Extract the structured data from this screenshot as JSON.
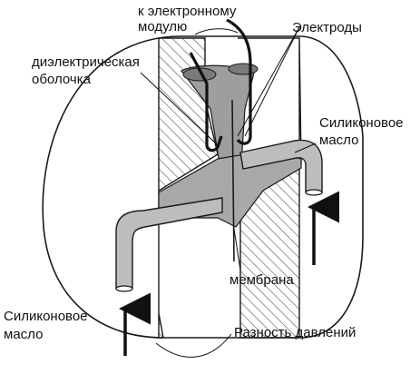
{
  "labels": {
    "to_module_line1": "к электронному",
    "to_module_line2": "модулю",
    "electrodes": "Электроды",
    "dielectric_line1": "диэлектрическая",
    "dielectric_line2": "оболочка",
    "silicone_right_line1": "Силиконовое",
    "silicone_right_line2": "масло",
    "membrane": "мембрана",
    "silicone_left_line1": "Силиконовое",
    "silicone_left_line2": "масло",
    "pressure_difference": "Разность давлений"
  },
  "colors": {
    "outline": "#1a1a1a",
    "oil_tube_fill": "#bdbdbd",
    "dielectric_fill": "#9e9e9e",
    "hatch": "#555555"
  }
}
